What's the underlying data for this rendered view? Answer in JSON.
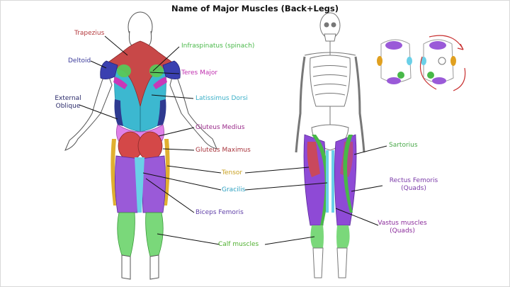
{
  "title": "Name of Major Muscles (Back+Legs)",
  "labels": {
    "trapezius": "Trapezius",
    "deltoid": "Deltoid",
    "external_oblique_1": "External",
    "external_oblique_2": "Oblique",
    "infraspinatus": "Infraspinatus (spinach)",
    "teres_major": "Teres Major",
    "latissimus_dorsi": "Latissimus Dorsi",
    "gluteus_medius": "Gluteus Medius",
    "gluteus_maximus": "Gluteus Maximus",
    "tensor": "Tensor",
    "gracilis": "Gracilis",
    "biceps_femoris": "Biceps Femoris",
    "calf_muscles": "Calf muscles",
    "sartorius": "Sartorius",
    "rectus_femoris_1": "Rectus Femoris",
    "rectus_femoris_2": "(Quads)",
    "vastus_1": "Vastus muscles",
    "vastus_2": "(Quads)"
  },
  "colors": {
    "trapezius": "#b4383c",
    "deltoid": "#3a3a9a",
    "infraspinatus": "#48b848",
    "teres_major": "#c030b0",
    "latissimus_dorsi": "#3cb0c8",
    "gluteus_medius": "#9a2a8a",
    "gluteus_maximus": "#a8343c",
    "tensor": "#c8a020",
    "gracilis": "#2ca0c0",
    "biceps_femoris": "#6040a8",
    "calf_muscles": "#50b030",
    "sartorius": "#48a848",
    "rectus_femoris": "#7a3aa8",
    "vastus": "#8a2a9a",
    "external_oblique": "#2a2a6a"
  }
}
